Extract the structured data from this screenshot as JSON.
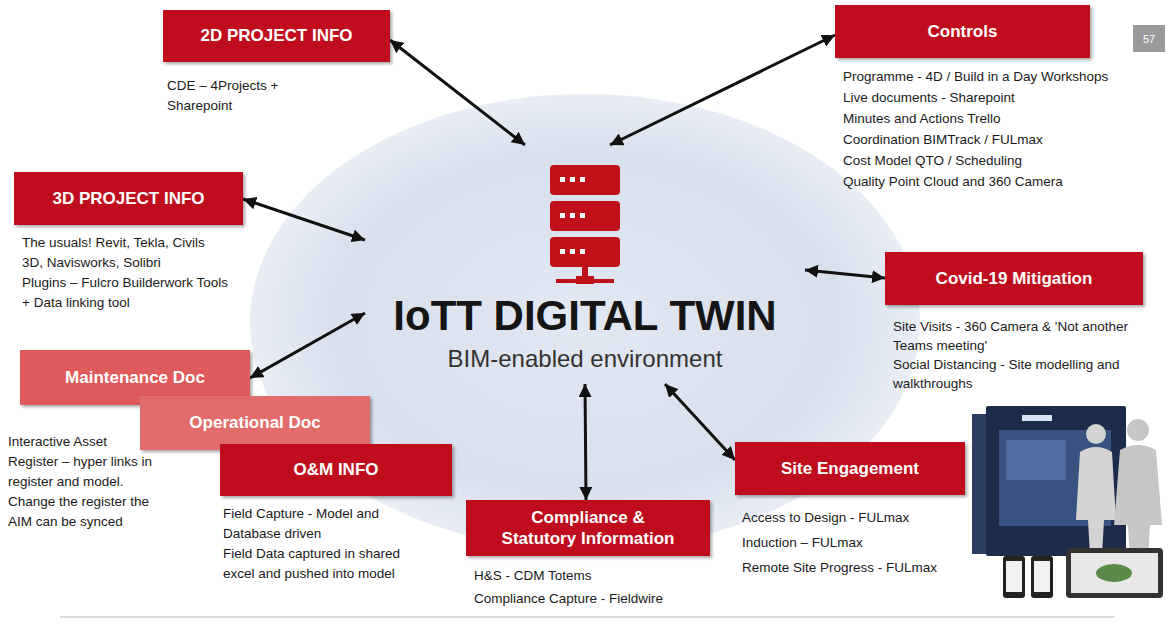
{
  "diagram": {
    "nodes": [
      {
        "text": [
          "2D PROJECT INFO",
          "CDE – 4Projects + Sharepoint"
        ]
      },
      {
        "text": [
          "Controls",
          "Programme - 4D / Build in a Day Workshops",
          "Live documents - Sharepoint",
          "Minutes and Actions Trello",
          "Coordination BIMTrack / FULmax",
          "Cost Model QTO / Scheduling",
          "Quality Point Cloud and 360 Camera"
        ]
      },
      {
        "text": [
          "3D PROJECT INFO",
          "The usuals! Revit, Tekla, Civils 3D, Navisworks, Solibri",
          "Plugins – Fulcro Builderwork Tools + Data linking tool"
        ]
      },
      {
        "text": [
          "IoTT DIGITAL TWIN",
          "BIM-enabled environment"
        ]
      },
      {
        "text": [
          "Covid-19 Mitigation",
          "Site Visits - 360 Camera & 'Not another Teams meeting'",
          "Social Distancing - Site modelling and walkthroughs"
        ]
      },
      {
        "text": [
          "Maintenance Doc"
        ]
      },
      {
        "text": [
          "Operational Doc"
        ]
      },
      {
        "text": [
          "O&M INFO",
          "Field Capture - Model and Database driven",
          "Field Data captured in shared excel and pushed into model"
        ]
      },
      {
        "text": [
          "Site Engagement",
          "Access to Design - FULmax",
          "Induction – FULmax",
          "Remote Site Progress - FULmax"
        ]
      },
      {
        "text": [
          "Compliance & Statutory Information",
          "H&S - CDM Totems",
          "Compliance Capture - Fieldwire"
        ]
      }
    ],
    "edges": [
      {
        "from": 0,
        "to": 3,
        "arrow": "both"
      },
      {
        "from": 1,
        "to": 3,
        "arrow": "both"
      },
      {
        "from": 2,
        "to": 3,
        "arrow": "both"
      },
      {
        "from": 4,
        "to": 3,
        "arrow": "both"
      },
      {
        "from": 5,
        "to": 3,
        "arrow": "both"
      },
      {
        "from": 8,
        "to": 3,
        "arrow": "both"
      },
      {
        "from": 9,
        "to": 3,
        "arrow": "both"
      }
    ],
    "labels": [
      "57",
      "Interactive Asset Register – hyper links in register and model. Change the register the AIM can be synced"
    ]
  }
}
